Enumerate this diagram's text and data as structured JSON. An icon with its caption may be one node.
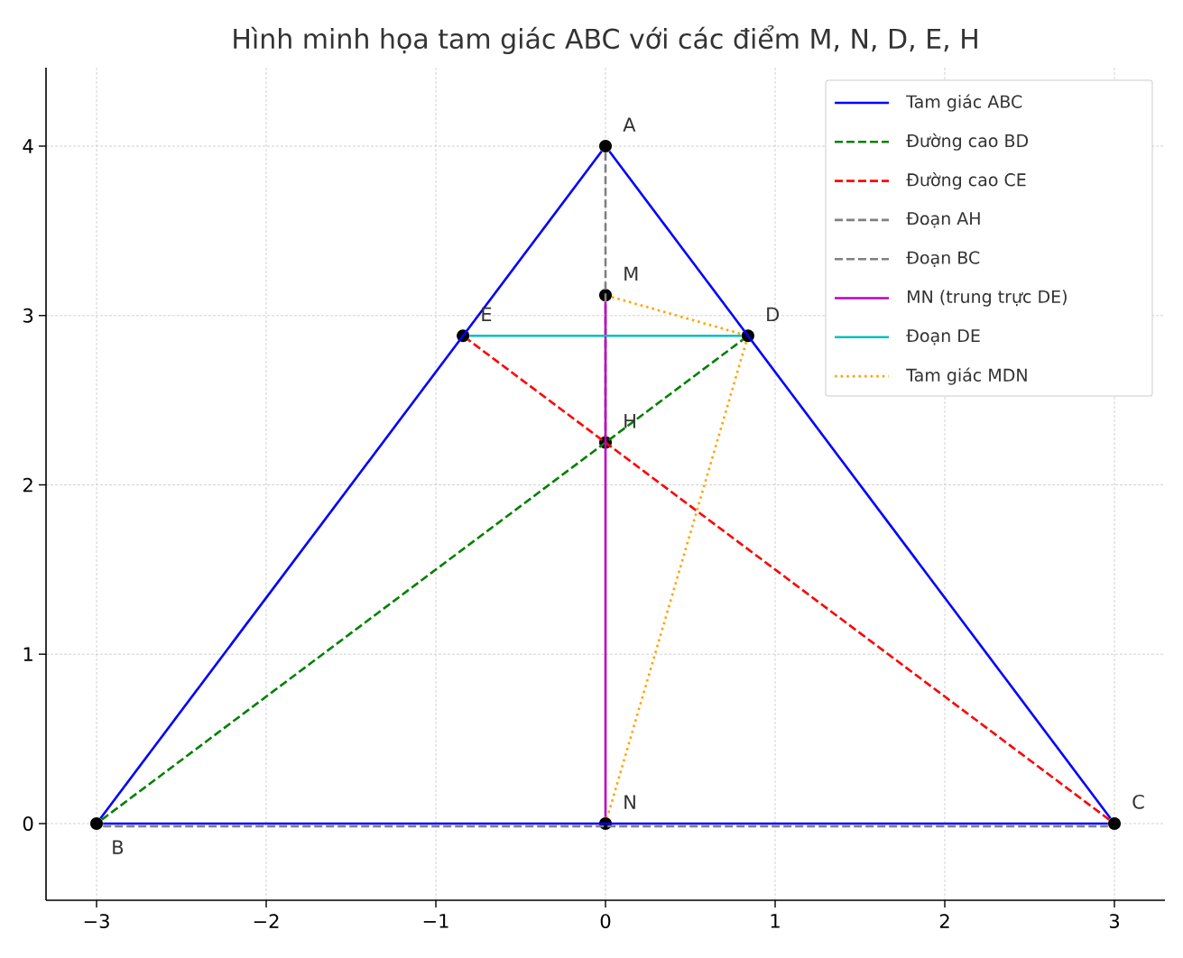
{
  "diagram": {
    "title": "Hình minh họa tam giác ABC với các điểm M, N, D, E, H",
    "nodes": [
      {
        "text": [],
        "shape": "circle",
        "beside": [
          "A"
        ]
      },
      {
        "text": [],
        "shape": "circle",
        "beside": [
          "M"
        ]
      },
      {
        "text": [],
        "shape": "circle",
        "beside": [
          "E"
        ]
      },
      {
        "text": [],
        "shape": "circle",
        "beside": [
          "D"
        ]
      },
      {
        "text": [],
        "shape": "circle",
        "beside": [
          "H"
        ]
      },
      {
        "text": [],
        "shape": "circle",
        "beside": [
          "B"
        ]
      },
      {
        "text": [],
        "shape": "circle",
        "beside": [
          "N"
        ]
      },
      {
        "text": [],
        "shape": "circle",
        "beside": [
          "C"
        ]
      }
    ],
    "edges": [
      {
        "from": 0,
        "to": 5,
        "arrow": "none",
        "color": "#0000ff"
      },
      {
        "from": 5,
        "to": 7,
        "arrow": "none",
        "color": "#0000ff"
      },
      {
        "from": 7,
        "to": 0,
        "arrow": "none",
        "color": "#0000ff"
      },
      {
        "from": 5,
        "to": 3,
        "arrow": "none",
        "style": "dashed",
        "color": "#008000"
      },
      {
        "from": 7,
        "to": 2,
        "arrow": "none",
        "style": "dashed",
        "color": "#ff0000"
      },
      {
        "from": 0,
        "to": 4,
        "arrow": "none",
        "style": "dashed",
        "color": "#808080"
      },
      {
        "from": 5,
        "to": 7,
        "arrow": "none",
        "style": "dashed",
        "color": "#808080"
      },
      {
        "from": 1,
        "to": 6,
        "arrow": "none",
        "color": "#bf00bf"
      },
      {
        "from": 3,
        "to": 2,
        "arrow": "none",
        "color": "#00bfbf"
      },
      {
        "from": 1,
        "to": 3,
        "arrow": "none",
        "style": "dashed",
        "color": "#ffa500"
      },
      {
        "from": 3,
        "to": 6,
        "arrow": "none",
        "style": "dashed",
        "color": "#ffa500"
      }
    ],
    "labels": [
      "4",
      "3",
      "2",
      "1",
      "0",
      "−3",
      "−2",
      "−1",
      "0",
      "1",
      "2",
      "3"
    ],
    "legend": [
      {
        "text": "Tam giác ABC"
      },
      {
        "text": "Đường cao BD"
      },
      {
        "text": "Đường cao CE"
      },
      {
        "text": "Đoạn AH"
      },
      {
        "text": "Đoạn BC"
      },
      {
        "text": "MN (trung trực DE)"
      },
      {
        "text": "Đoạn DE"
      },
      {
        "text": "Tam giác MDN"
      }
    ]
  }
}
